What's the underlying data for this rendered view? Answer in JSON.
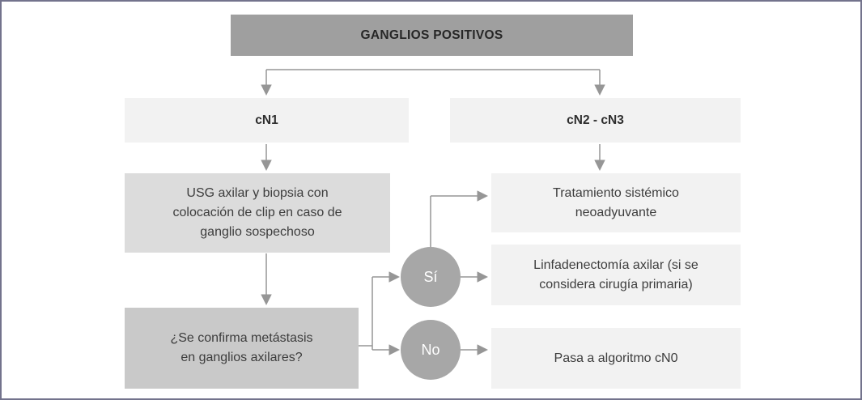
{
  "diagram": {
    "title": "GANGLIOS POSITIVOS",
    "branch_cn1": "cN1",
    "branch_cn2_cn3": "cN2 - cN3",
    "node_usg_lines": [
      "USG axilar y biopsia con",
      "colocación de clip en caso de",
      "ganglio sospechoso"
    ],
    "node_question_lines": [
      "¿Se confirma metástasis",
      "en ganglios axilares?"
    ],
    "decision_yes": "Sí",
    "decision_no": "No",
    "node_tratamiento_lines": [
      "Tratamiento sistémico",
      "neoadyuvante"
    ],
    "node_linfadenectomia_lines": [
      "Linfadenectomía axilar (si se",
      "considera cirugía primaria)"
    ],
    "node_pasa": "Pasa a algoritmo cN0",
    "colors": {
      "title_bg": "#9f9f9f",
      "light_bg": "#f2f2f2",
      "mid_bg": "#dcdcdc",
      "dark_bg": "#c9c9c9",
      "circle_bg": "#a7a7a7",
      "line_color": "#969696",
      "frame_border": "#73738c"
    }
  }
}
